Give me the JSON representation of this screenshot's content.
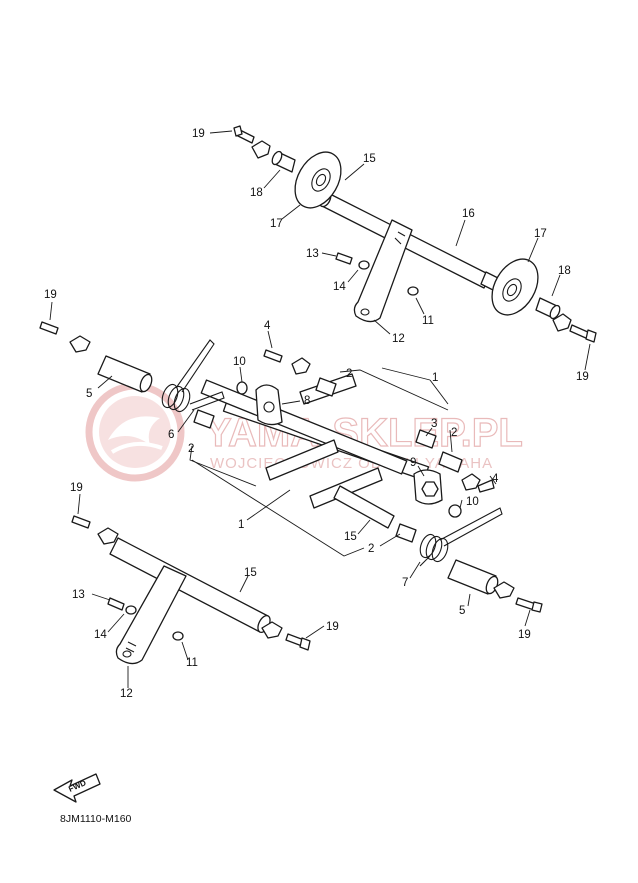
{
  "diagram_code": "8JM1110-M160",
  "fwd_label": "FWD",
  "watermark": {
    "main": "YAMA-SKLEP.PL",
    "sub": "WOJCIECHOWICZ ODDALI YAMAHA"
  },
  "callouts": [
    {
      "id": "19a",
      "text": "19"
    },
    {
      "id": "15a",
      "text": "15"
    },
    {
      "id": "18a",
      "text": "18"
    },
    {
      "id": "17a",
      "text": "17"
    },
    {
      "id": "16",
      "text": "16"
    },
    {
      "id": "17b",
      "text": "17"
    },
    {
      "id": "13a",
      "text": "13"
    },
    {
      "id": "14a",
      "text": "14"
    },
    {
      "id": "18b",
      "text": "18"
    },
    {
      "id": "11a",
      "text": "11"
    },
    {
      "id": "12a",
      "text": "12"
    },
    {
      "id": "19b",
      "text": "19"
    },
    {
      "id": "19c",
      "text": "19"
    },
    {
      "id": "4a",
      "text": "4"
    },
    {
      "id": "10a",
      "text": "10"
    },
    {
      "id": "2a",
      "text": "2"
    },
    {
      "id": "1a",
      "text": "1"
    },
    {
      "id": "5a",
      "text": "5"
    },
    {
      "id": "8",
      "text": "8"
    },
    {
      "id": "3",
      "text": "3"
    },
    {
      "id": "2b",
      "text": "2"
    },
    {
      "id": "6",
      "text": "6"
    },
    {
      "id": "2c",
      "text": "2"
    },
    {
      "id": "9",
      "text": "9"
    },
    {
      "id": "4b",
      "text": "4"
    },
    {
      "id": "10b",
      "text": "10"
    },
    {
      "id": "1b",
      "text": "1"
    },
    {
      "id": "19d",
      "text": "19"
    },
    {
      "id": "15b",
      "text": "15"
    },
    {
      "id": "2d",
      "text": "2"
    },
    {
      "id": "7",
      "text": "7"
    },
    {
      "id": "5b",
      "text": "5"
    },
    {
      "id": "15c",
      "text": "15"
    },
    {
      "id": "13b",
      "text": "13"
    },
    {
      "id": "14b",
      "text": "14"
    },
    {
      "id": "19e",
      "text": "19"
    },
    {
      "id": "11b",
      "text": "11"
    },
    {
      "id": "19f",
      "text": "19"
    },
    {
      "id": "12b",
      "text": "12"
    }
  ]
}
